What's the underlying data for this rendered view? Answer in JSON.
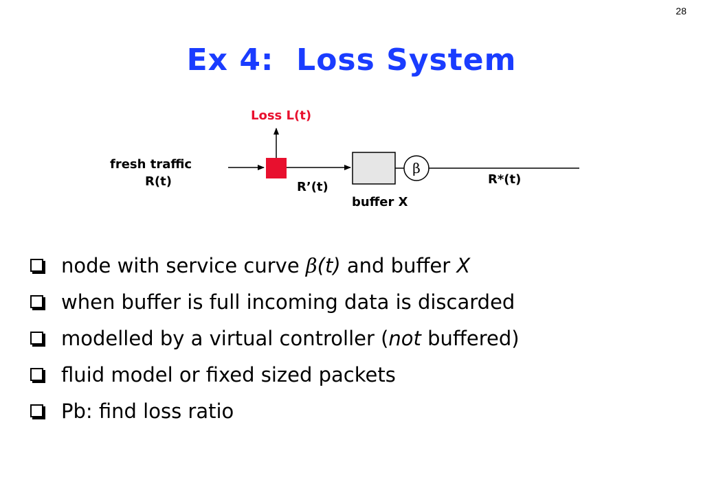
{
  "slide": {
    "number": "28",
    "title": "Ex 4:  Loss System",
    "title_color": "#1a3cff"
  },
  "diagram": {
    "loss_label": "Loss L(t)",
    "loss_color": "#e8102e",
    "input_label_line1": "fresh traffic",
    "input_label_line2": "R(t)",
    "controlled_label": "R’(t)",
    "buffer_label": "buffer X",
    "server_symbol": "β",
    "output_label": "R*(t)"
  },
  "bullets": {
    "b1": {
      "text": "node with service curve ",
      "beta": "β",
      "t": "(t)",
      "mid": " and buffer ",
      "x": "X"
    },
    "b2": {
      "text": "when buffer is full incoming data is discarded"
    },
    "b3": {
      "text": "modelled by a virtual controller   (",
      "not": "not",
      "rest": " buffered)"
    },
    "b4": {
      "text": "fluid model or fixed sized packets"
    },
    "b5": {
      "text": "Pb: find loss ratio"
    }
  }
}
